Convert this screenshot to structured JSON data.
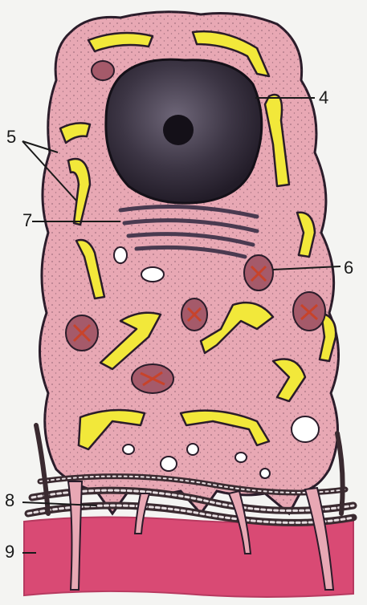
{
  "labels": {
    "l4": "4",
    "l5": "5",
    "l6": "6",
    "l7": "7",
    "l8": "8",
    "l9": "9"
  },
  "colors": {
    "cytoplasm": "#e8a8b4",
    "cell_outline": "#2a1c2a",
    "nucleus": "#3a3440",
    "nucleolus": "#141018",
    "er_cisterns": "#f2e83a",
    "mitochondria": "#a55a6a",
    "mitochondria_cristae": "#c8432a",
    "vesicles": "#ffffff",
    "basement_membrane": "#d94a74",
    "fibers": "#3a2a30"
  }
}
